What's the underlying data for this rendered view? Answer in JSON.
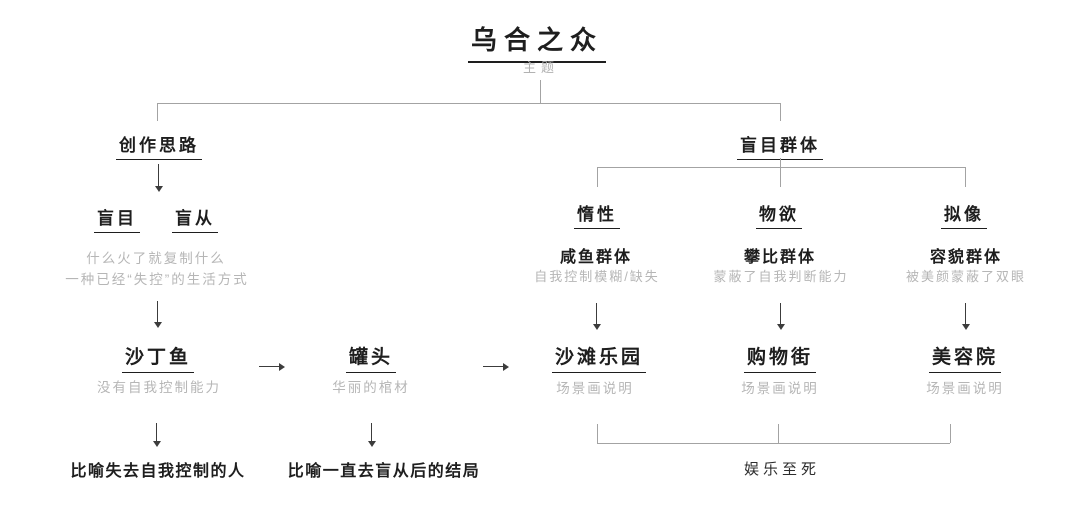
{
  "root": {
    "title": "乌合之众",
    "subtitle": "主题"
  },
  "left_branch": {
    "header": "创作思路",
    "keywords": [
      "盲目",
      "盲从"
    ],
    "notes": [
      "什么火了就复制什么",
      "一种已经“失控”的生活方式"
    ],
    "nodes": [
      {
        "label": "沙丁鱼",
        "desc": "没有自我控制能力",
        "conclusion": "比喻失去自我控制的人"
      },
      {
        "label": "罐头",
        "desc": "华丽的棺材",
        "conclusion": "比喻一直去盲从后的结局"
      }
    ]
  },
  "right_branch": {
    "header": "盲目群体",
    "columns": [
      {
        "trait": "惰性",
        "group": "咸鱼群体",
        "group_desc": "自我控制模糊/缺失",
        "scene": "沙滩乐园",
        "scene_desc": "场景画说明"
      },
      {
        "trait": "物欲",
        "group": "攀比群体",
        "group_desc": "蒙蔽了自我判断能力",
        "scene": "购物街",
        "scene_desc": "场景画说明"
      },
      {
        "trait": "拟像",
        "group": "容貌群体",
        "group_desc": "被美颜蒙蔽了双眼",
        "scene": "美容院",
        "scene_desc": "场景画说明"
      }
    ],
    "conclusion": "娱乐至死"
  }
}
